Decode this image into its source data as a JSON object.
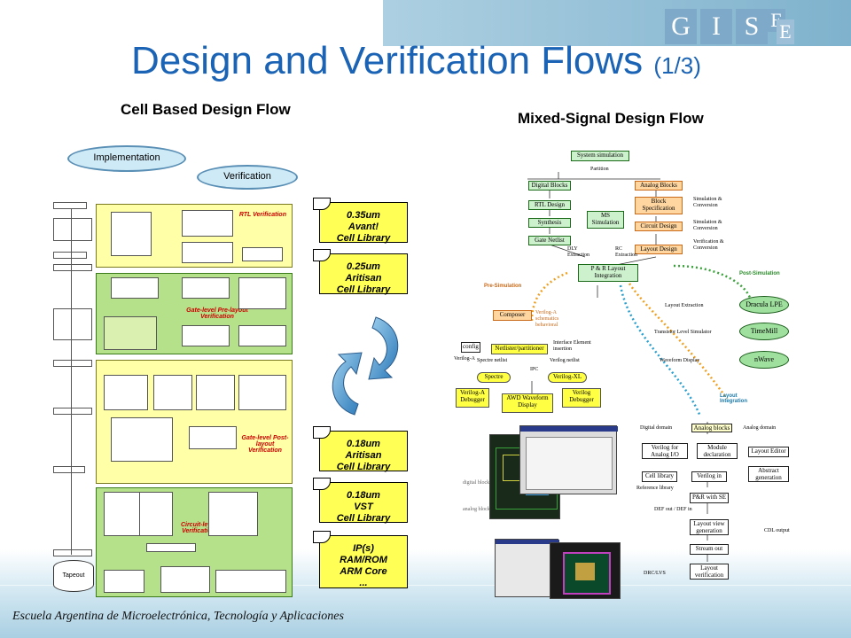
{
  "slide": {
    "title": "Design and Verification Flows",
    "title_suffix": "(1/3)",
    "footer": "Escuela Argentina de Microelectrónica, Tecnología y Aplicaciones",
    "logo_letters": [
      "G",
      "I",
      "S",
      "E",
      "E"
    ]
  },
  "left_diagram": {
    "heading": "Cell Based Design Flow",
    "cloud_implementation": "Implementation",
    "cloud_verification": "Verification",
    "rtl_verification": "RTL Verification",
    "gate_pre_layout": "Gate-level Pre-layout Verification",
    "gate_post_layout": "Gate-level Post-layout Verification",
    "circuit_verification": "Circuit-level Verification",
    "tapeout": "Tapeout",
    "libraries": [
      {
        "line1": "0.35um",
        "line2": "Avant!",
        "line3": "Cell Library"
      },
      {
        "line1": "0.25um",
        "line2": "Aritisan",
        "line3": "Cell Library"
      },
      {
        "line1": "0.18um",
        "line2": "Aritisan",
        "line3": "Cell Library"
      },
      {
        "line1": "0.18um",
        "line2": "VST",
        "line3": "Cell Library"
      },
      {
        "line1": "IP(s)",
        "line2": "RAM/ROM",
        "line3": "ARM Core",
        "line4": "..."
      }
    ]
  },
  "right_diagram": {
    "heading": "Mixed-Signal Design Flow",
    "system_simulation": "System simulation",
    "partition": "Partition",
    "digital_blocks": "Digital Blocks",
    "analog_blocks": "Analog Blocks",
    "rtl_design": "RTL Design",
    "block_specification": "Block Specification",
    "ms_simulation": "MS Simulation",
    "synthesis": "Synthesis",
    "circuit_design": "Circuit Design",
    "gate_netlist": "Gate Netlist",
    "layout_design": "Layout Design",
    "simulation_conversion_1": "Simulation & Conversion",
    "simulation_conversion_2": "Simulation & Conversion",
    "verification_conversion": "Verification & Conversion",
    "dly_extraction": "DLY Extraction",
    "rc_extraction": "RC Extraction",
    "pr_layout": "P & R Layout Integration",
    "pre_simulation": "Pre-Simulation",
    "post_simulation": "Post-Simulation",
    "layout_extraction": "Layout Extraction",
    "dracula_lpe": "Dracula LPE",
    "transistor_level_sim": "Transistor Level Simulator",
    "timemill": "TimeMill",
    "waveform_display": "Waveform Display",
    "nwave": "nWave",
    "composer": "Composer",
    "composer_note": "Verilog-A schematics behavioral",
    "netlister": "Netlister/partitioner",
    "interface_element": "Interface Element insertion",
    "config": "config",
    "verilog_a": "Verilog-A",
    "spectre": "Spectre",
    "verilog_xl": "Verilog-XL",
    "ipc": "IPC",
    "spectre_netlist": "Spectre netlist",
    "verilog_netlist": "Verilog netlist",
    "verilog_a_debugger": "Verilog-A Debugger",
    "awd_waveform": "AWD Waveform Display",
    "verilog_debugger": "Verilog Debugger",
    "layout_integration": "Layout Integration",
    "digital_domain": "Digital domain",
    "analog_domain": "Analog domain",
    "analog_blocks_2": "Analog blocks",
    "verilog_for_analog": "Verilog for Analog I/O",
    "module_declaration": "Module declaration",
    "layout_editor": "Layout Editor",
    "cell_library": "Cell library",
    "verilog_in": "Verilog in",
    "abstract_generation": "Abstract generation",
    "reference_library": "Reference library",
    "pr_with_se": "P&R with SE",
    "def_out_in": "DEF out / DEF in",
    "layout_view_gen": "Layout view generation",
    "cdl_output": "CDL output",
    "stream_out": "Stream out",
    "drc_lvs": "DRC/LVS",
    "layout_verification": "Layout verification",
    "digital_block_lbl": "digital block",
    "analog_block_lbl": "analog block"
  },
  "colors": {
    "title_blue": "#1a63b5",
    "green_region": "#b5e18a",
    "yellow_region": "#ffffa8",
    "library_yellow": "#ffff55",
    "orange_box": "#ffd6a0",
    "green_box": "#cdf0cd"
  }
}
